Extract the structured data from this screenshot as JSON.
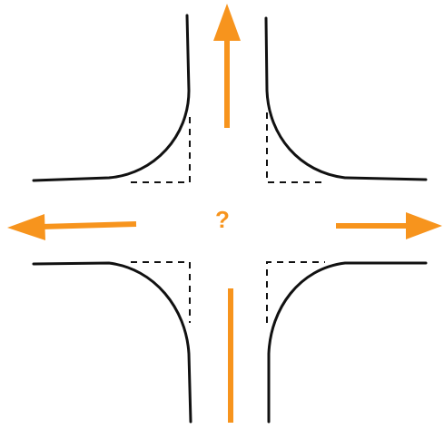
{
  "question_label": "?",
  "colors": {
    "road_edge": "#111111",
    "accent": "#f7941d",
    "background": "#ffffff"
  },
  "shapes": {
    "road_edges": "curved-corner-lines",
    "stop_guides": "dashed",
    "arrows": [
      "arrow-up",
      "arrow-left",
      "arrow-right",
      "approach-line-from-bottom"
    ]
  }
}
